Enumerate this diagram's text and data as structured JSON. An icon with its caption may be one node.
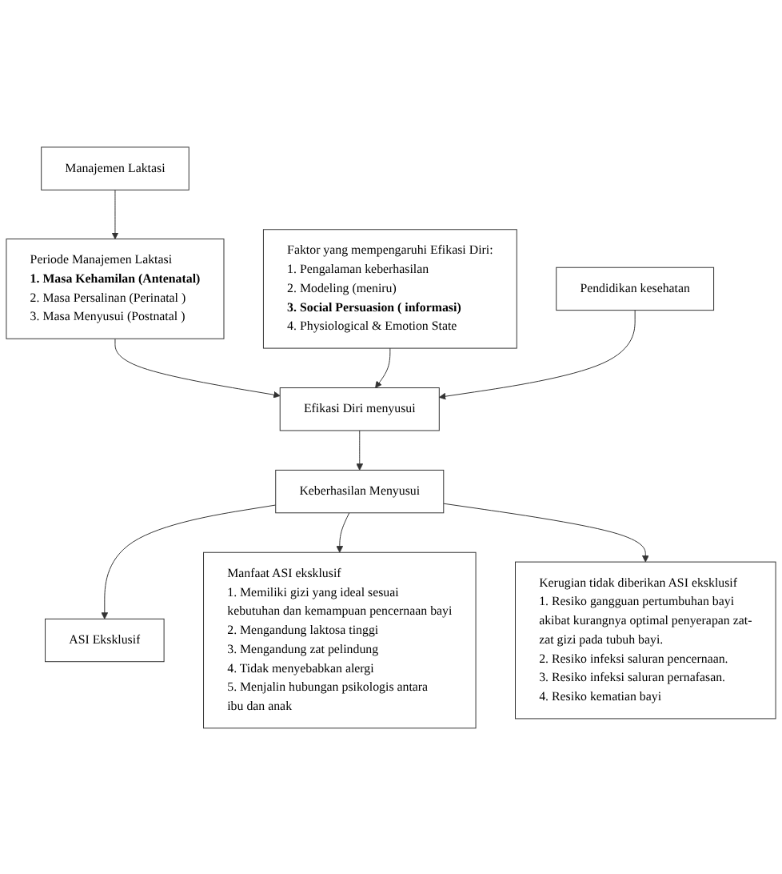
{
  "diagram": {
    "nodes": [
      {
        "text": [
          "Manajemen Laktasi"
        ]
      },
      {
        "text": [
          "Periode Manajemen Laktasi",
          "**1. Masa Kehamilan (Antenatal)**",
          "2. Masa Persalinan (Perinatal )",
          "3. Masa Menyusui (Postnatal )"
        ]
      },
      {
        "text": [
          "Faktor yang mempengaruhi Efikasi Diri:",
          "1. Pengalaman keberhasilan",
          "2. Modeling (meniru)",
          "**3. Social Persuasion ( informasi)**",
          "4. Physiological & Emotion State"
        ]
      },
      {
        "text": [
          "Efikasi Diri menyusui"
        ]
      },
      {
        "text": [
          "Pendidikan kesehatan"
        ]
      },
      {
        "text": [
          "Keberhasilan Menyusui"
        ]
      },
      {
        "text": [
          "ASI Eksklusif"
        ]
      },
      {
        "text": [
          "Manfaat ASI eksklusif",
          "1. Memiliki gizi yang ideal sesuai kebutuhan dan kemampuan pencernaan bayi",
          "2. Mengandung laktosa tinggi",
          "3. Mengandung zat pelindung",
          "4. Tidak menyebabkan alergi",
          "5. Menjalin hubungan psikologis antara ibu dan anak"
        ]
      },
      {
        "text": [
          "Kerugian tidak diberikan ASI eksklusif",
          "1. Resiko gangguan pertumbuhan bayi akibat kurangnya optimal penyerapan zat- zat gizi pada tubuh bayi.",
          "2. Resiko infeksi saluran pencernaan.",
          "3. Resiko infeksi saluran pernafasan.",
          "4. Resiko kematian bayi"
        ]
      }
    ],
    "edges": [
      {
        "from": 0,
        "to": 1,
        "arrow": "to"
      },
      {
        "from": 1,
        "to": 3,
        "arrow": "to"
      },
      {
        "from": 2,
        "to": 3,
        "arrow": "to"
      },
      {
        "from": 4,
        "to": 3,
        "arrow": "to"
      },
      {
        "from": 3,
        "to": 5,
        "arrow": "to"
      },
      {
        "from": 5,
        "to": 6,
        "arrow": "to"
      },
      {
        "from": 5,
        "to": 7,
        "arrow": "to"
      },
      {
        "from": 5,
        "to": 8,
        "arrow": "to"
      }
    ]
  }
}
